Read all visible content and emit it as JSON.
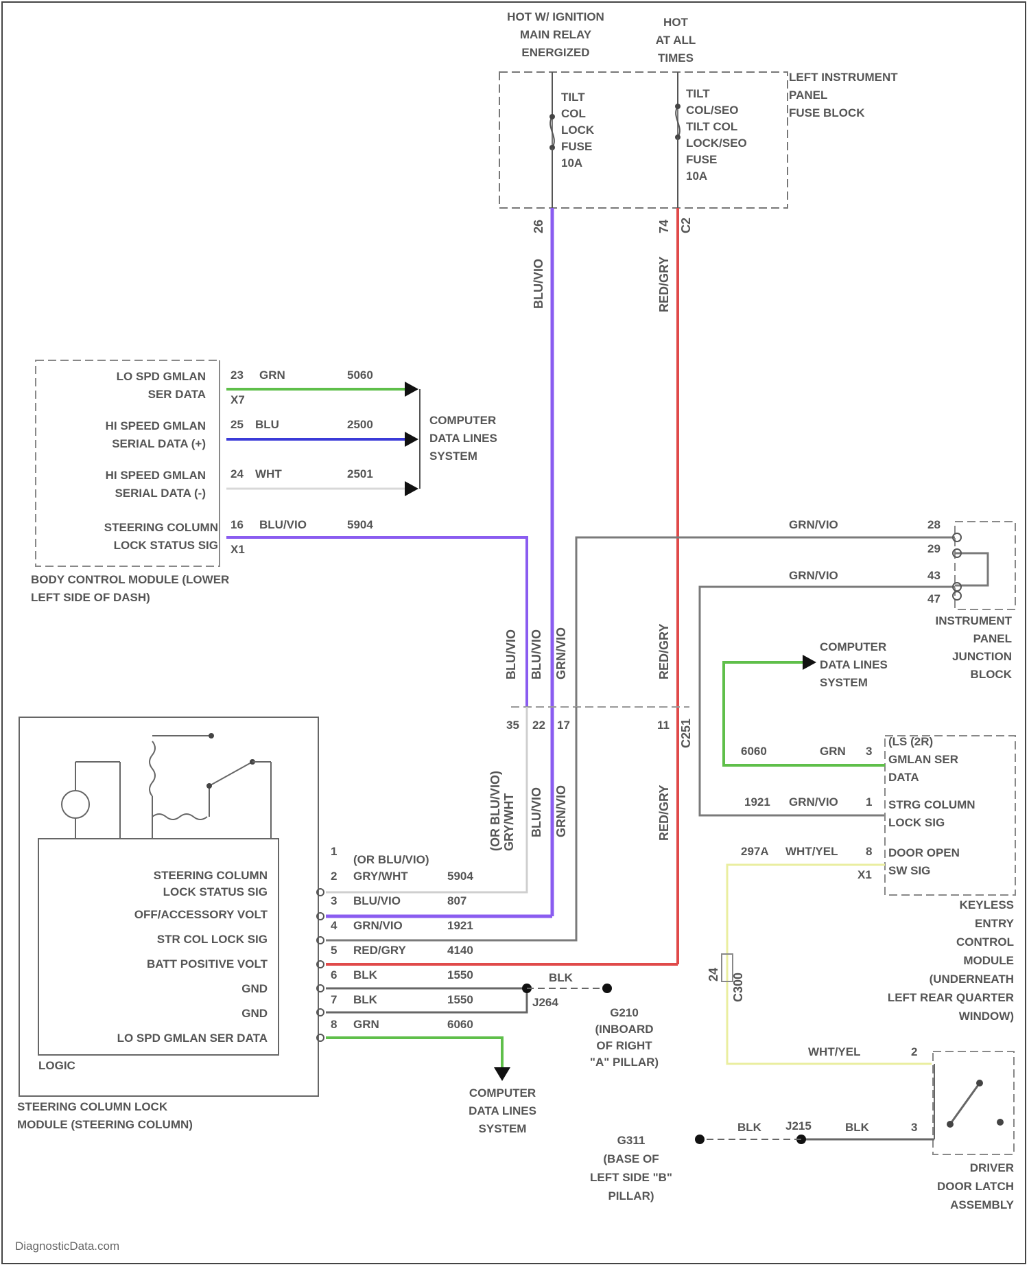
{
  "diagram": {
    "brand": "DiagnosticData.com",
    "colors": {
      "green": "#5fbf4a",
      "blue": "#3b3bd8",
      "purple": "#8a5cf0",
      "red": "#e04a4a",
      "yellow": "#eaeea0",
      "gray": "#7a7a7a",
      "white_wire": "#d8d8d8"
    },
    "fuse_block": {
      "hot_ignition": "HOT W/ IGNITION\nMAIN RELAY\nENERGIZED",
      "hot_all": "HOT\nAT ALL\nTIMES",
      "name": "LEFT INSTRUMENT\nPANEL\nFUSE BLOCK",
      "fuse1": "TILT\nCOL\nLOCK\nFUSE\n10A",
      "fuse2": "TILT\nCOL/SEO\nTILT COL\nLOCK/SEO\nFUSE\n10A",
      "pin1": "26",
      "pin2": "74",
      "pin2b": "C2",
      "wire1": "BLU/VIO",
      "wire2": "RED/GRY"
    },
    "bcm": {
      "sig1": "LO SPD GMLAN\nSER DATA",
      "sig2": "HI SPEED GMLAN\nSERIAL DATA (+)",
      "sig3": "HI SPEED GMLAN\nSERIAL DATA (-)",
      "sig4": "STEERING COLUMN\nLOCK STATUS SIG",
      "name": "BODY CONTROL MODULE (LOWER\nLEFT SIDE OF DASH)",
      "pins": [
        "23",
        "X7",
        "25",
        "24",
        "16",
        "X1"
      ],
      "w1_color": "GRN",
      "w1_circ": "5060",
      "w2_color": "BLU",
      "w2_circ": "2500",
      "w3_color": "WHT",
      "w3_circ": "2501",
      "w4_color": "BLU/VIO",
      "w4_circ": "5904",
      "dest": "COMPUTER\nDATA LINES\nSYSTEM"
    },
    "ipjb": {
      "name": "INSTRUMENT\nPANEL\nJUNCTION\nBLOCK",
      "wire_a": "GRN/VIO",
      "wire_b": "GRN/VIO",
      "pins": [
        "28",
        "29",
        "43",
        "47"
      ]
    },
    "splice": {
      "wire1": "BLU/VIO",
      "wire2": "BLU/VIO",
      "wire3": "GRN/VIO",
      "wire4": "RED/GRY",
      "pins": [
        "35",
        "22",
        "17",
        "11"
      ],
      "conn": "C251",
      "lower1": "(OR BLU/VIO)\nGRY/WHT",
      "lower2": "BLU/VIO",
      "lower3": "GRN/VIO",
      "lower4": "RED/GRY"
    },
    "sclm": {
      "logic": "LOGIC",
      "name": "STEERING COLUMN LOCK\nMODULE (STEERING COLUMN)",
      "signals": [
        "STEERING COLUMN\nLOCK STATUS SIG",
        "OFF/ACCESSORY VOLT",
        "STR COL LOCK SIG",
        "BATT POSITIVE VOLT",
        "GND",
        "GND",
        "LO SPD GMLAN SER DATA"
      ],
      "pins": [
        "1",
        "2",
        "3",
        "4",
        "5",
        "6",
        "7",
        "8"
      ],
      "wire_colors": [
        "(OR BLU/VIO)",
        "GRY/WHT",
        "BLU/VIO",
        "GRN/VIO",
        "RED/GRY",
        "BLK",
        "BLK",
        "GRN"
      ],
      "circuits": [
        "5904",
        "807",
        "1921",
        "4140",
        "1550",
        "1550",
        "6060"
      ],
      "splice": "J264",
      "gnd_wire": "BLK",
      "ground": "G210\n(INBOARD\nOF RIGHT\n\"A\" PILLAR)",
      "dest": "COMPUTER\nDATA LINES\nSYSTEM"
    },
    "kecm": {
      "name": "KEYLESS\nENTRY\nCONTROL\nMODULE\n(UNDERNEATH\nLEFT REAR QUARTER\nWINDOW)",
      "sig1": "(LS (2R)\nGMLAN SER\nDATA",
      "sig2": "STRG COLUMN\nLOCK SIG",
      "sig3": "DOOR OPEN\nSW SIG",
      "pin1": "3",
      "pin2": "1",
      "pin3": "8",
      "pin_conn": "X1",
      "w1_circ": "6060",
      "w1_color": "GRN",
      "w2_circ": "1921",
      "w2_color": "GRN/VIO",
      "w3_circ": "297A",
      "w3_color": "WHT/YEL",
      "dest": "COMPUTER\nDATA LINES\nSYSTEM",
      "splice_pin": "24",
      "splice_conn": "C300"
    },
    "door": {
      "wire": "WHT/YEL",
      "pin1": "2",
      "pin2": "3",
      "gnd_color1": "BLK",
      "gnd_color2": "BLK",
      "splice": "J215",
      "ground": "G311\n(BASE OF\nLEFT SIDE \"B\"\nPILLAR)",
      "name": "DRIVER\nDOOR LATCH\nASSEMBLY"
    }
  }
}
